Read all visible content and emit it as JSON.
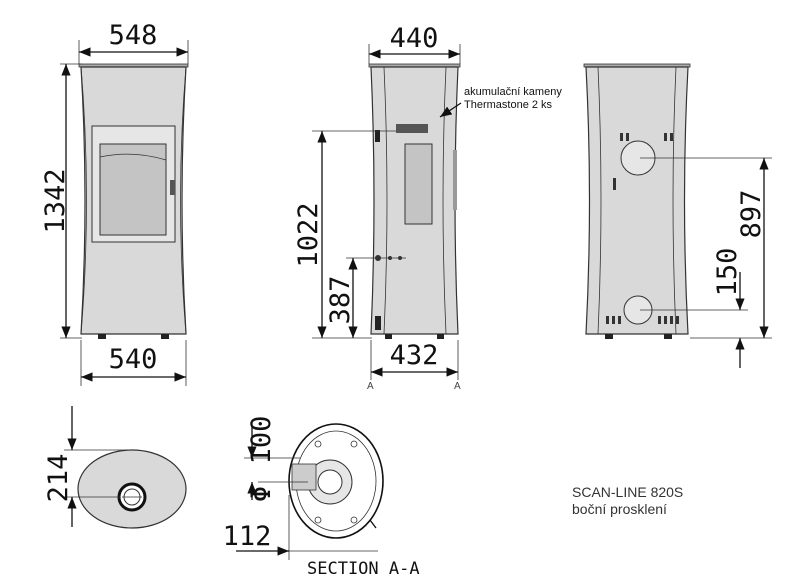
{
  "dimensions": {
    "front_width_top": "548",
    "front_height": "1342",
    "front_width_bottom": "540",
    "side_width_top": "440",
    "side_height": "1022",
    "side_connector_height": "387",
    "side_width_bottom": "432",
    "rear_upper_outlet_height": "897",
    "rear_lower_outlet_height": "150",
    "top_view_depth": "214",
    "section_top_offset": "100",
    "section_diameter_symbol": "Φ",
    "section_side_offset": "112"
  },
  "annotation": {
    "line1": "akumulační kameny",
    "line2": "Thermastone 2 ks"
  },
  "section": {
    "label": "SECTION A-A",
    "marker_left": "A",
    "marker_right": "A"
  },
  "caption": {
    "line1": "SCAN-LINE 820S",
    "line2": "boční prosklení"
  },
  "colors": {
    "body": "#d9d9d9",
    "glass": "#c4c4c4",
    "line": "#111111"
  }
}
